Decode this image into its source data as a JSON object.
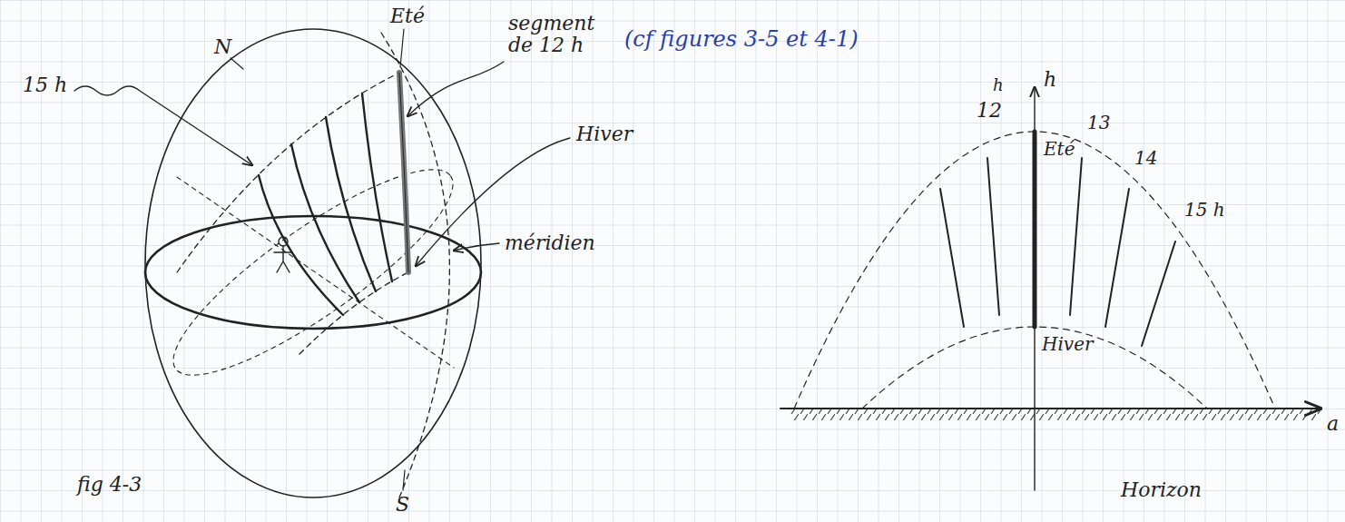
{
  "diagram": {
    "labels": [
      "Eté",
      "N",
      "segment de 12 h",
      "(cf figures 3-5 et 4-1)",
      "15 h",
      "Hiver",
      "méridien",
      "S",
      "fig 4-3",
      "h",
      "h",
      "12",
      "Eté",
      "13",
      "14",
      "15 h",
      "Hiver",
      "Horizon",
      "a"
    ]
  }
}
